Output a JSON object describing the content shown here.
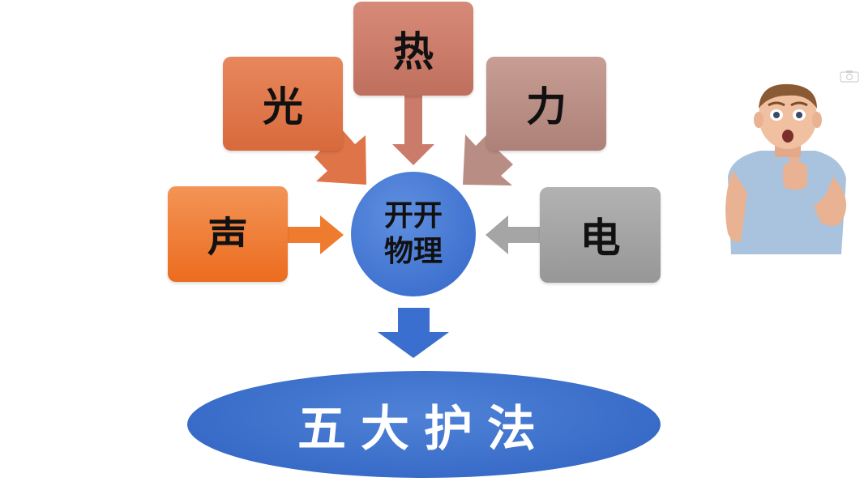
{
  "center": {
    "line1": "开开",
    "line2": "物理"
  },
  "topics": {
    "sheng": "声",
    "guang": "光",
    "re": "热",
    "li": "力",
    "dian": "电"
  },
  "bottom": {
    "label": "五大护法"
  },
  "icons": {
    "photo": "boy-thumbs-up-photo",
    "camera": "camera-icon"
  }
}
